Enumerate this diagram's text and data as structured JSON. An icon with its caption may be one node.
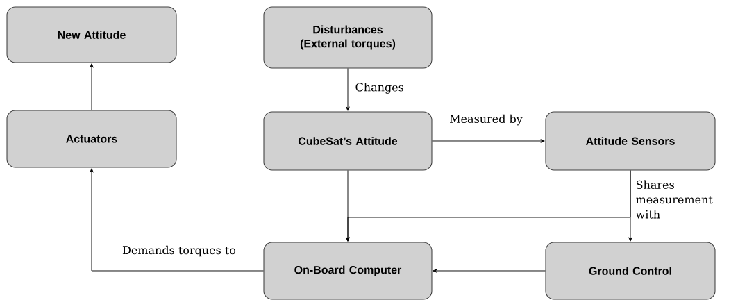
{
  "diagram": {
    "nodes": [
      {
        "text": [
          "New Attitude"
        ]
      },
      {
        "text": [
          "Disturbances (External torques)"
        ]
      },
      {
        "text": [
          "Actuators"
        ]
      },
      {
        "text": [
          "CubeSat’s Attitude"
        ]
      },
      {
        "text": [
          "Attitude Sensors"
        ]
      },
      {
        "text": [
          "On-Board Computer"
        ]
      },
      {
        "text": [
          "Ground Control"
        ]
      }
    ],
    "edges": [
      {
        "from": 1,
        "to": 3,
        "arrow": "to",
        "label": "Changes"
      },
      {
        "from": 3,
        "to": 4,
        "arrow": "to",
        "label": "Measured by"
      },
      {
        "from": 2,
        "to": 0,
        "arrow": "to"
      },
      {
        "from": 5,
        "to": 2,
        "arrow": "to",
        "label": "Demands torques to"
      },
      {
        "from": 3,
        "to": 5,
        "arrow": "to"
      },
      {
        "from": 4,
        "to": 6,
        "arrow": "to",
        "label": "Shares measurement with"
      },
      {
        "from": 4,
        "to": 5,
        "arrow": "to"
      },
      {
        "from": 6,
        "to": 5,
        "arrow": "to"
      }
    ]
  }
}
